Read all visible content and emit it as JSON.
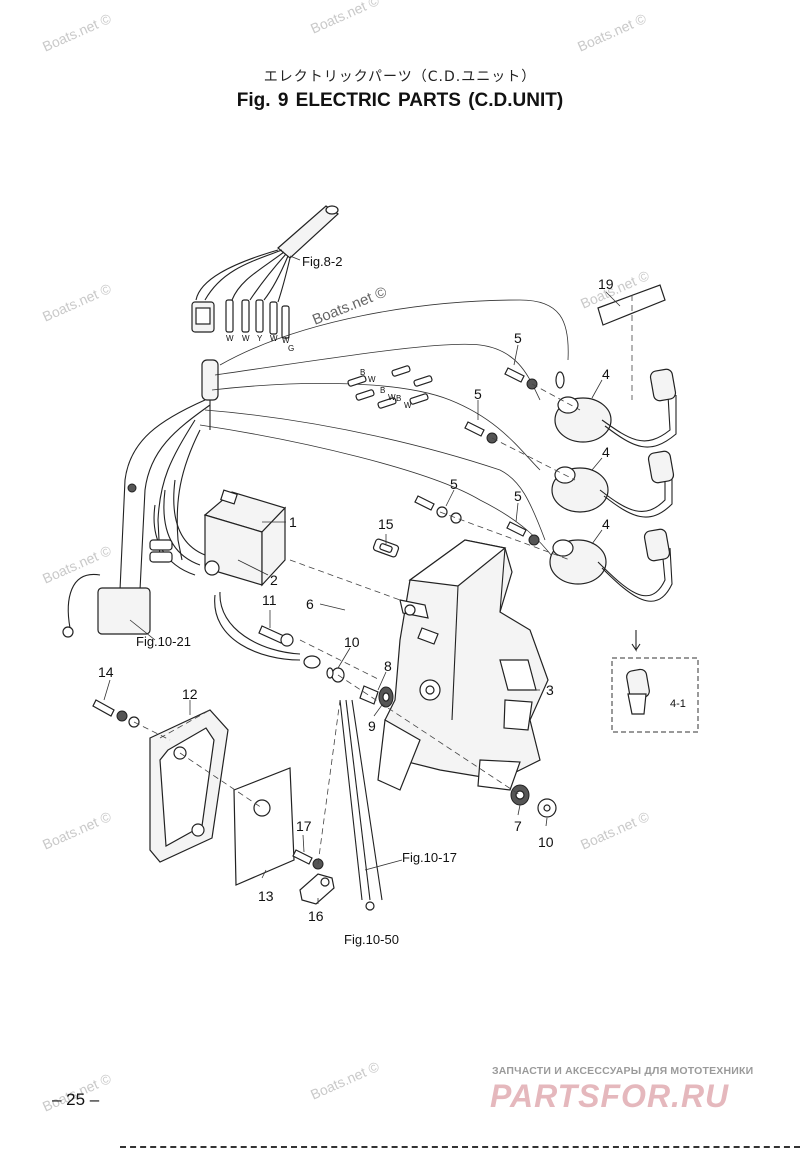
{
  "header": {
    "title_jp": "エレクトリックパーツ（C.D.ユニット）",
    "title_en": "Fig. 9    ELECTRIC PARTS   (C.D.UNIT)"
  },
  "watermark": {
    "text": "Boats.net ©"
  },
  "references": {
    "fig_8_2": "Fig.8-2",
    "fig_10_21": "Fig.10-21",
    "fig_10_17": "Fig.10-17",
    "fig_10_50": "Fig.10-50"
  },
  "callouts": {
    "p1": "1",
    "p2": "2",
    "p3": "3",
    "p4a": "4",
    "p4b": "4",
    "p4c": "4",
    "p4_1": "4-1",
    "p5a": "5",
    "p5b": "5",
    "p5c": "5",
    "p5d": "5",
    "p6": "6",
    "p7": "7",
    "p8": "8",
    "p9": "9",
    "p10a": "10",
    "p10b": "10",
    "p11": "11",
    "p12": "12",
    "p13": "13",
    "p14": "14",
    "p15": "15",
    "p16": "16",
    "p17": "17",
    "p19": "19"
  },
  "wire_codes": [
    "W",
    "W",
    "Y",
    "W",
    "W",
    "G",
    "B",
    "W",
    "B",
    "W",
    "B",
    "W"
  ],
  "footer": {
    "page_number": "– 25 –",
    "seller_note": "ЗАПЧАСТИ И АКСЕССУАРЫ ДЛЯ МОТОТЕХНИКИ",
    "seller_brand": "PARTSFOR.RU"
  },
  "colors": {
    "line": "#222222",
    "watermark": "#c9c9c9",
    "brand": "#e5b8bd"
  }
}
